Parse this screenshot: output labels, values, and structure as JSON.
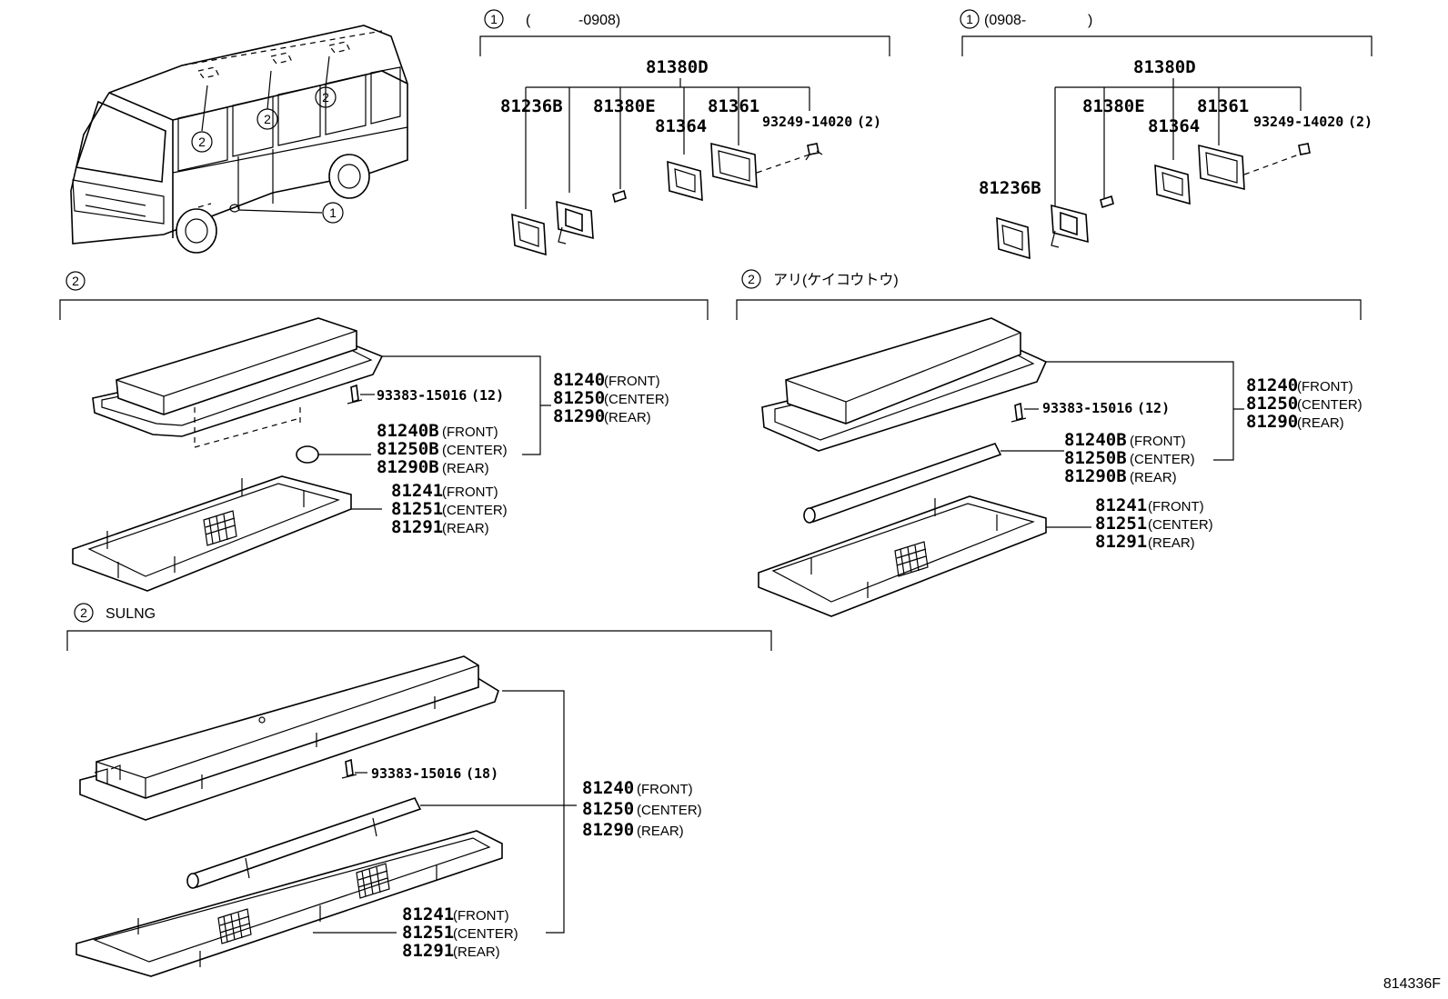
{
  "diagram": {
    "code": "814336F",
    "callouts": {
      "one": "1",
      "two": "2"
    },
    "sections": {
      "lamp_early": {
        "callout": "1",
        "paren_open": "(",
        "range": "-0908)"
      },
      "lamp_late": {
        "callout": "1",
        "range": "(0908-",
        "paren_close": ")"
      },
      "roof_std": {
        "callout": "2"
      },
      "roof_fluor": {
        "callout": "2",
        "label": "アリ(ケイコウトウ)"
      },
      "roof_sulng": {
        "callout": "2",
        "label": "SULNG"
      }
    },
    "parts": {
      "assy": "81380D",
      "lens_holder": "81236B",
      "bulb_small": "81380E",
      "lens": "81364",
      "gasket": "81361",
      "screw_small": "93249-14020",
      "screw_small_qty": "(2)",
      "screw_roof": "93383-15016",
      "screw_roof_qty_a": "(12)",
      "screw_roof_qty_b": "(18)",
      "lamp_front": "81240",
      "lamp_center": "81250",
      "lamp_rear": "81290",
      "bulb_front": "81240B",
      "bulb_center": "81250B",
      "bulb_rear": "81290B",
      "cover_front": "81241",
      "cover_center": "81251",
      "cover_rear": "81291"
    },
    "suffix": {
      "front": "(FRONT)",
      "center": "(CENTER)",
      "rear": "(REAR)"
    }
  }
}
